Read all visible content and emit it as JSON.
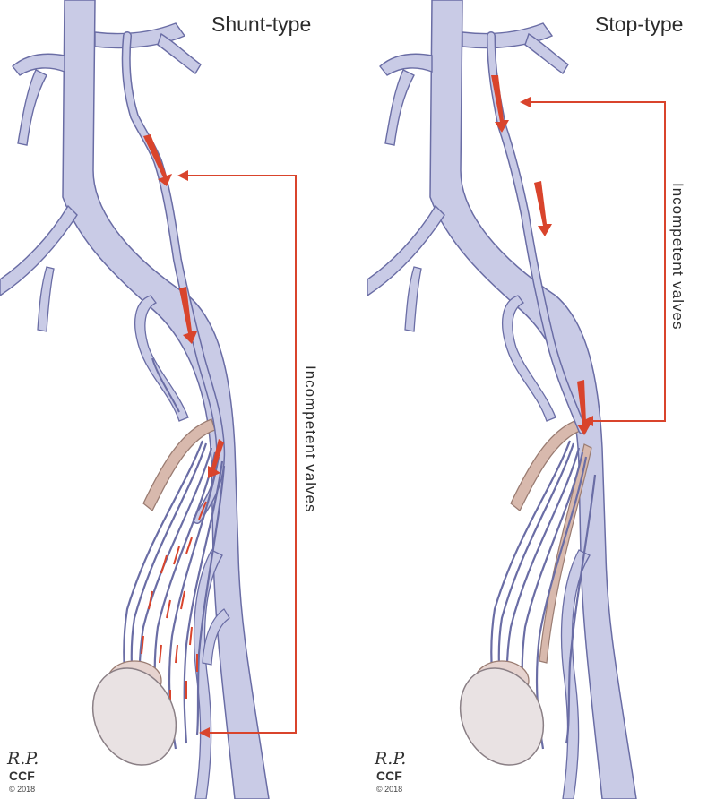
{
  "panels": [
    {
      "title": "Shunt-type",
      "annotation": "Incompetent valves",
      "signature": "R.P.",
      "org": "CCF",
      "copyright": "© 2018"
    },
    {
      "title": "Stop-type",
      "annotation": "Incompetent valves",
      "signature": "R.P.",
      "org": "CCF",
      "copyright": "© 2018"
    }
  ],
  "colors": {
    "vein_fill": "#c9cbe6",
    "vein_stroke": "#6a6da5",
    "reflux_arrow": "#d9442c",
    "annotation_line": "#d9442c",
    "testis": "#e9e2e3",
    "vas_deferens": "#d8b9ad"
  }
}
